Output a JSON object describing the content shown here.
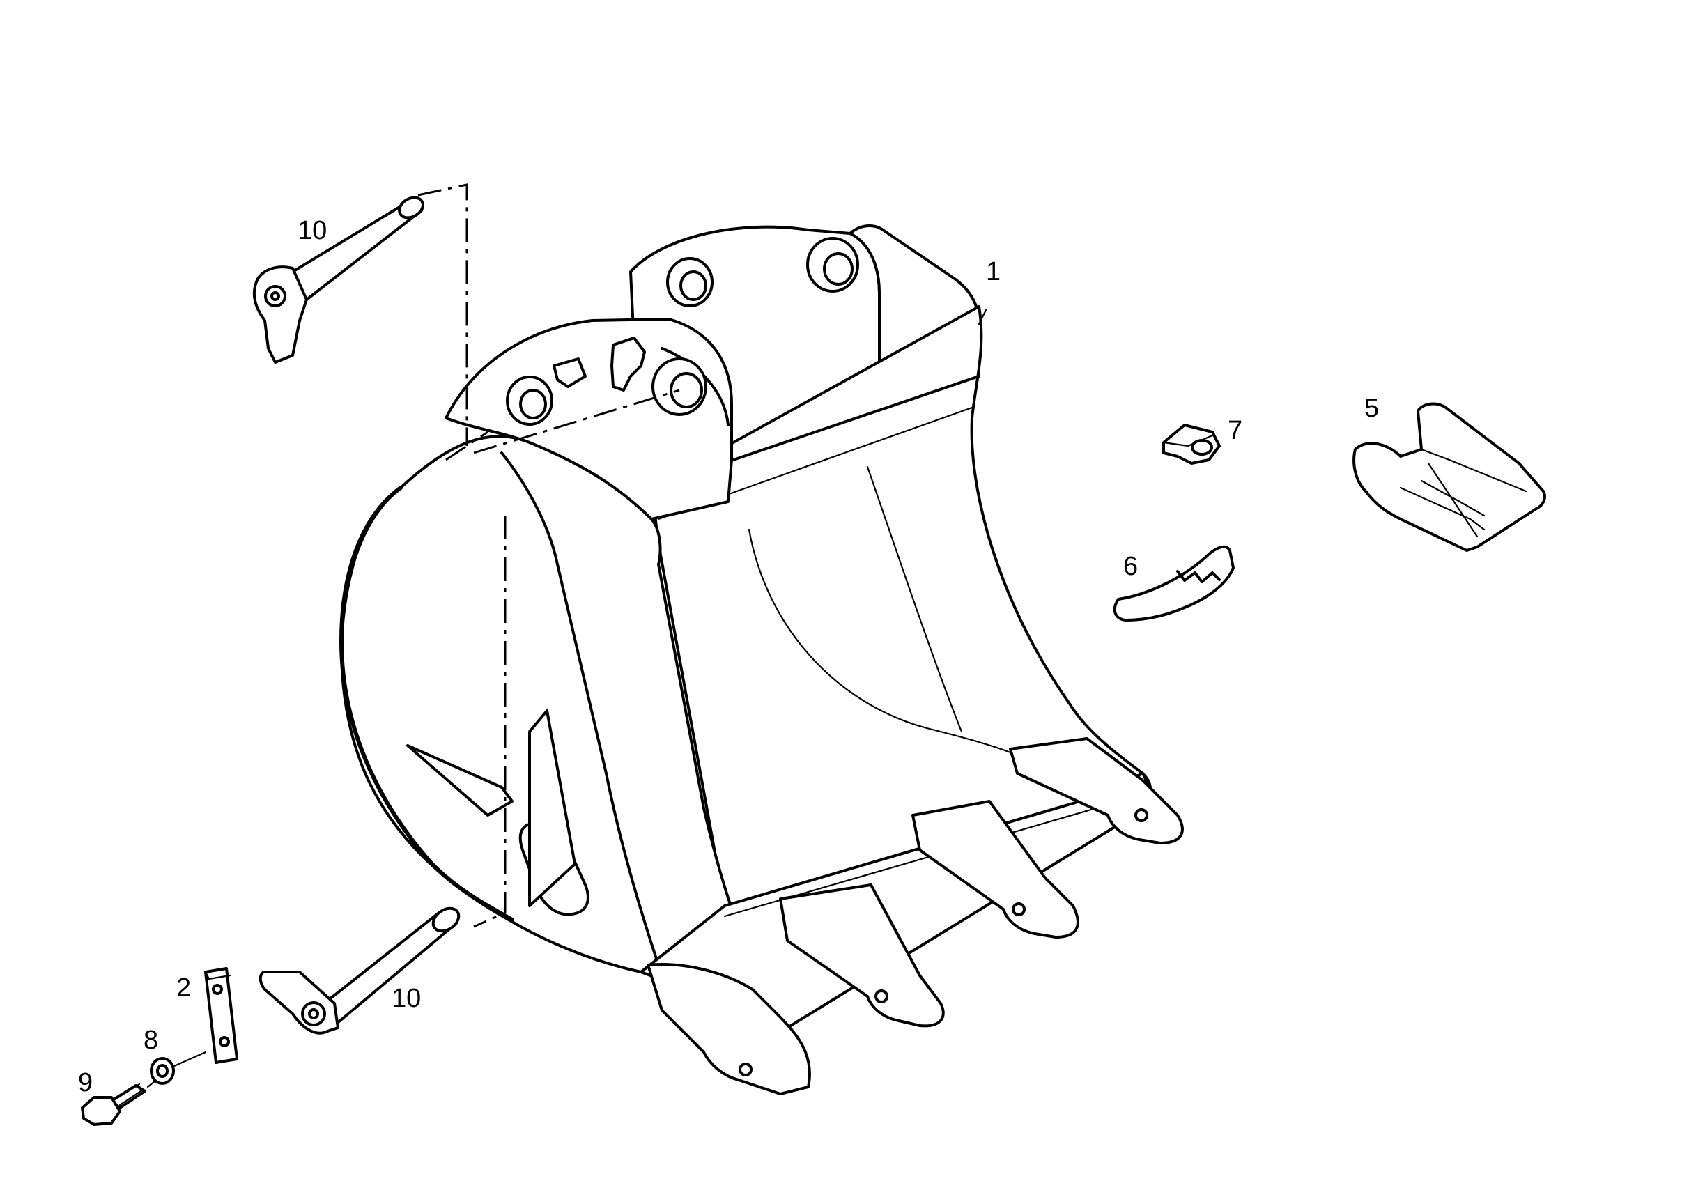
{
  "callouts": {
    "bucket": "1",
    "plate": "2",
    "tooth": "5",
    "side_cutter": "6",
    "retainer": "7",
    "washer": "8",
    "bolt": "9",
    "pin_top": "10",
    "pin_bottom": "10"
  }
}
